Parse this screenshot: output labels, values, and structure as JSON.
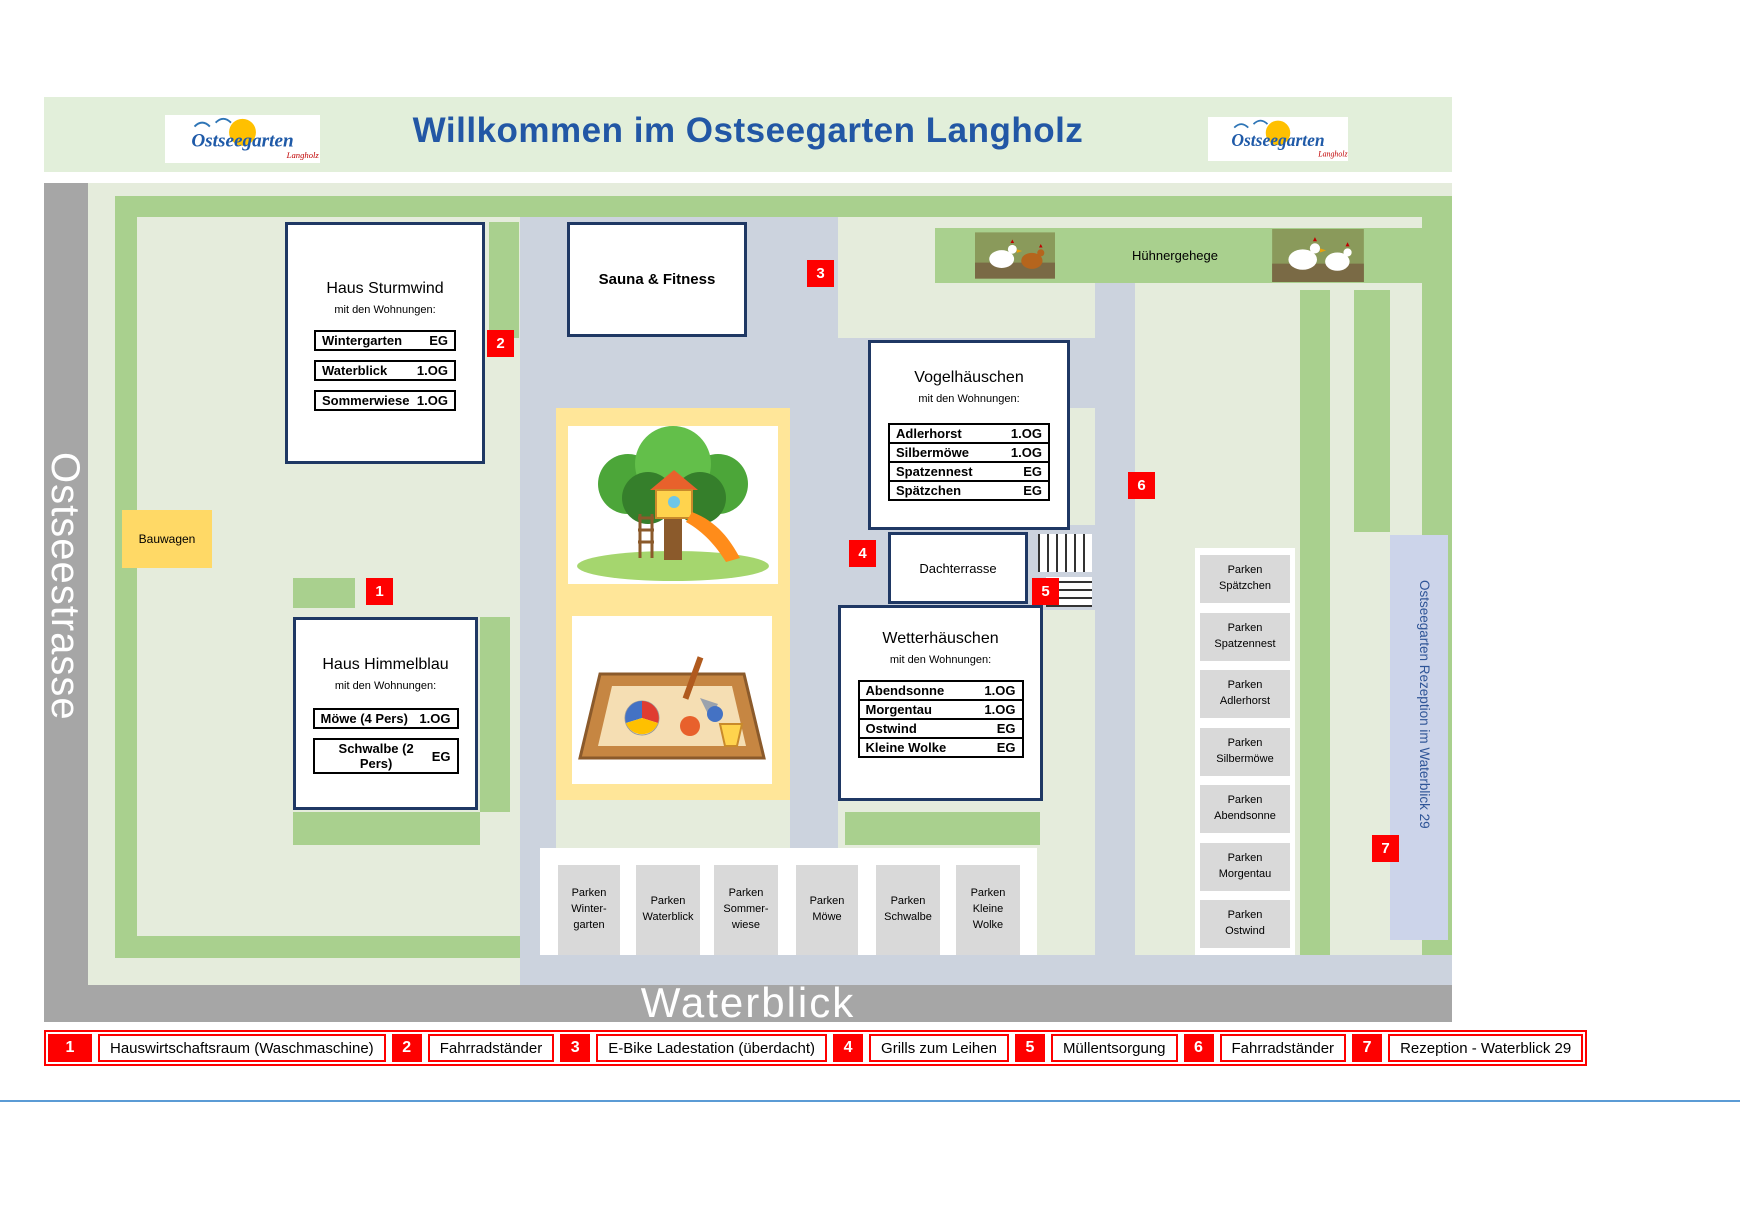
{
  "header": {
    "title": "Willkommen im Ostseegarten Langholz",
    "logo_text": "Ostseegarten",
    "logo_sub": "Langholz"
  },
  "roads": {
    "left": "Ostseestrasse",
    "bottom": "Waterblick"
  },
  "areas": {
    "sauna": "Sauna & Fitness",
    "dachterrasse": "Dachterrasse",
    "bauwagen": "Bauwagen",
    "huehnergehege": "Hühnergehege",
    "rezeption_strip": "Ostseegarten Rezeption im Waterblick 29"
  },
  "buildings": [
    {
      "name": "Haus Sturmwind",
      "subtitle": "mit den Wohnungen:",
      "units": [
        {
          "name": "Wintergarten",
          "floor": "EG"
        },
        {
          "name": "Waterblick",
          "floor": "1.OG"
        },
        {
          "name": "Sommerwiese",
          "floor": "1.OG"
        }
      ]
    },
    {
      "name": "Vogelhäuschen",
      "subtitle": "mit den Wohnungen:",
      "units": [
        {
          "name": "Adlerhorst",
          "floor": "1.OG"
        },
        {
          "name": "Silbermöwe",
          "floor": "1.OG"
        },
        {
          "name": "Spatzennest",
          "floor": "EG"
        },
        {
          "name": "Spätzchen",
          "floor": "EG"
        }
      ]
    },
    {
      "name": "Haus Himmelblau",
      "subtitle": "mit den Wohnungen:",
      "units": [
        {
          "name": "Möwe (4 Pers)",
          "floor": "1.OG"
        },
        {
          "name": "Schwalbe (2 Pers)",
          "floor": "EG"
        }
      ]
    },
    {
      "name": "Wetterhäuschen",
      "subtitle": "mit den Wohnungen:",
      "units": [
        {
          "name": "Abendsonne",
          "floor": "1.OG"
        },
        {
          "name": "Morgentau",
          "floor": "1.OG"
        },
        {
          "name": "Ostwind",
          "floor": "EG"
        },
        {
          "name": "Kleine Wolke",
          "floor": "EG"
        }
      ]
    }
  ],
  "markers": [
    "1",
    "2",
    "3",
    "4",
    "5",
    "6",
    "7"
  ],
  "parking_bottom": [
    "Parken\nWinter-\ngarten",
    "Parken\nWaterblick",
    "Parken\nSommer-\nwiese",
    "Parken\nMöwe",
    "Parken\nSchwalbe",
    "Parken\nKleine\nWolke"
  ],
  "parking_right": [
    "Parken\nSpätzchen",
    "Parken\nSpatzennest",
    "Parken\nAdlerhorst",
    "Parken\nSilbermöwe",
    "Parken\nAbendsonne",
    "Parken\nMorgentau",
    "Parken\nOstwind"
  ],
  "legend": [
    {
      "n": "1",
      "label": "Hauswirtschaftsraum (Waschmaschine)"
    },
    {
      "n": "2",
      "label": "Fahrradständer"
    },
    {
      "n": "3",
      "label": "E-Bike Ladestation (überdacht)"
    },
    {
      "n": "4",
      "label": "Grills zum Leihen"
    },
    {
      "n": "5",
      "label": "Müllentsorgung"
    },
    {
      "n": "6",
      "label": "Fahrradständer"
    },
    {
      "n": "7",
      "label": "Rezeption - Waterblick 29"
    }
  ],
  "colors": {
    "hedge_green": "#a9d08e",
    "path_gray": "#ccd3de",
    "road_gray": "#a6a6a6",
    "marker_red": "#fe0000",
    "title_blue": "#2257a5",
    "building_border": "#1f3864",
    "playground_yellow": "#ffe699",
    "parking_gray": "#d9d9d9",
    "rezeption_strip_bg": "#ccd4ea"
  }
}
